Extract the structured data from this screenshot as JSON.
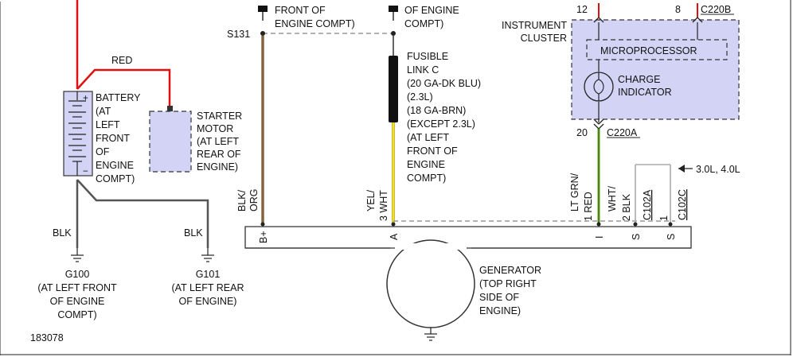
{
  "colors": {
    "red_wire": "#e01010",
    "dark_gray_wire": "#555555",
    "orange_wire": "#e08a1e",
    "yellow_wire": "#f0e020",
    "green_wire": "#18c018",
    "component_fill": "#d3d3f5",
    "fusible_link": "#111111"
  },
  "battery": {
    "label_lines": [
      "BATTERY",
      "(AT",
      "LEFT",
      "FRONT",
      "OF",
      "ENGINE",
      "COMPT)"
    ],
    "plus": "+",
    "minus": "−"
  },
  "starter": {
    "label_lines": [
      "STARTER",
      "MOTOR",
      "(AT LEFT",
      "REAR OF",
      "ENGINE)"
    ]
  },
  "wires": {
    "red": "RED",
    "blk_left": "BLK",
    "blk_right": "BLK"
  },
  "grounds": {
    "g100_lines": [
      "G100",
      "(AT LEFT FRONT",
      "OF ENGINE",
      "COMPT)"
    ],
    "g101_lines": [
      "G101",
      "(AT LEFT REAR",
      "OF ENGINE)"
    ]
  },
  "splice": {
    "s131": "S131",
    "front_lines": [
      "FRONT OF",
      "ENGINE COMPT)"
    ],
    "of_engine_lines": [
      "OF ENGINE",
      "COMPT)"
    ]
  },
  "fusible": {
    "label_lines": [
      "FUSIBLE",
      "LINK C",
      "(20 GA-DK BLU)",
      "(2.3L)",
      "(18 GA-BRN)",
      "(EXCEPT 2.3L)",
      "(AT LEFT",
      "FRONT OF",
      "ENGINE",
      "COMPT)"
    ]
  },
  "instrument": {
    "label_lines": [
      "INSTRUMENT",
      "CLUSTER"
    ],
    "microprocessor": "MICROPROCESSOR",
    "indicator_lines": [
      "CHARGE",
      "INDICATOR"
    ],
    "pin_12": "12",
    "pin_8": "8",
    "conn_c220b": "C220B",
    "pin_20": "20",
    "conn_c220a": "C220A"
  },
  "vertical_labels": {
    "blk_org": [
      "BLK/",
      "ORG"
    ],
    "yel_wht": [
      "YEL/",
      "3 WHT"
    ],
    "lt_grn_red": [
      "LT GRN/",
      "1 RED"
    ],
    "wht_blk": [
      "WHT/",
      "2 BLK"
    ],
    "c102a": "C102A",
    "c102c_pin": "1",
    "c102c": "C102C"
  },
  "engine_option": "3.0L, 4.0L",
  "generator": {
    "terminal_bplus": "B+",
    "terminal_a": "A",
    "terminal_i": "I",
    "terminal_s1": "S",
    "terminal_s2": "S",
    "label_lines": [
      "GENERATOR",
      "(TOP RIGHT",
      "SIDE OF",
      "ENGINE)"
    ]
  },
  "figure_number": "183078"
}
